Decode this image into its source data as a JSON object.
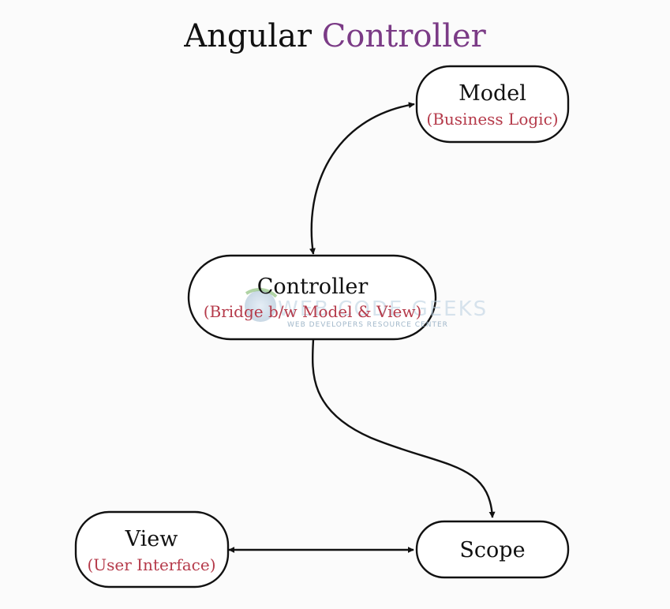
{
  "title": {
    "prefix": "Angular",
    "accent": "Controller"
  },
  "colors": {
    "title_accent": "#7b3b86",
    "subtitle_red": "#b53a4a",
    "stroke": "#111111",
    "background": "#fbfbfb"
  },
  "nodes": {
    "model": {
      "label": "Model",
      "sublabel": "(Business Logic)"
    },
    "controller": {
      "label": "Controller",
      "sublabel": "(Bridge b/w Model & View)"
    },
    "view": {
      "label": "View",
      "sublabel": "(User Interface)"
    },
    "scope": {
      "label": "Scope"
    }
  },
  "edges": [
    {
      "from": "controller",
      "to": "model",
      "direction": "bidirectional"
    },
    {
      "from": "controller",
      "to": "scope",
      "direction": "forward"
    },
    {
      "from": "view",
      "to": "scope",
      "direction": "bidirectional"
    }
  ],
  "watermark": {
    "main": "WEB CODE GEEKS",
    "sub": "WEB DEVELOPERS RESOURCE CENTER"
  }
}
